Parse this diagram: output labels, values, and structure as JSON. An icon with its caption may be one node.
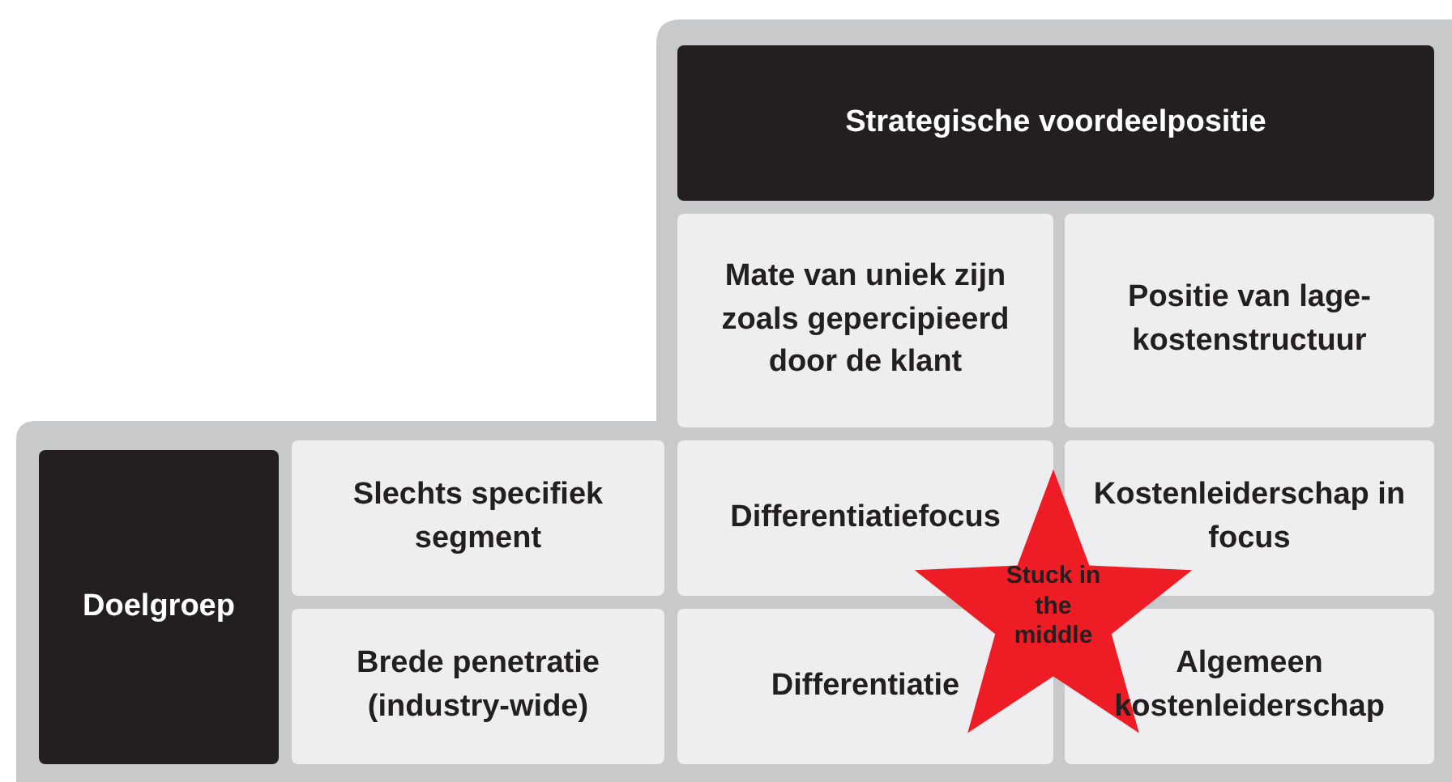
{
  "diagram": {
    "nodes": [
      {
        "text": [
          "Strategische voordeelpositie"
        ]
      },
      {
        "text": [
          "Mate van uniek zijn zoals gepercipieerd door de klant"
        ]
      },
      {
        "text": [
          "Positie van lage-kostenstructuur"
        ]
      },
      {
        "text": [
          "Doelgroep"
        ]
      },
      {
        "text": [
          "Slechts specifiek segment"
        ]
      },
      {
        "text": [
          "Brede penetratie (industry-wide)"
        ]
      },
      {
        "text": [
          "Differentiatiefocus"
        ]
      },
      {
        "text": [
          "Kostenleiderschap in focus"
        ]
      },
      {
        "text": [
          "Differentiatie"
        ]
      },
      {
        "text": [
          "Algemeen kostenleiderschap"
        ]
      },
      {
        "text": [
          "Stuck in the middle"
        ]
      }
    ]
  }
}
